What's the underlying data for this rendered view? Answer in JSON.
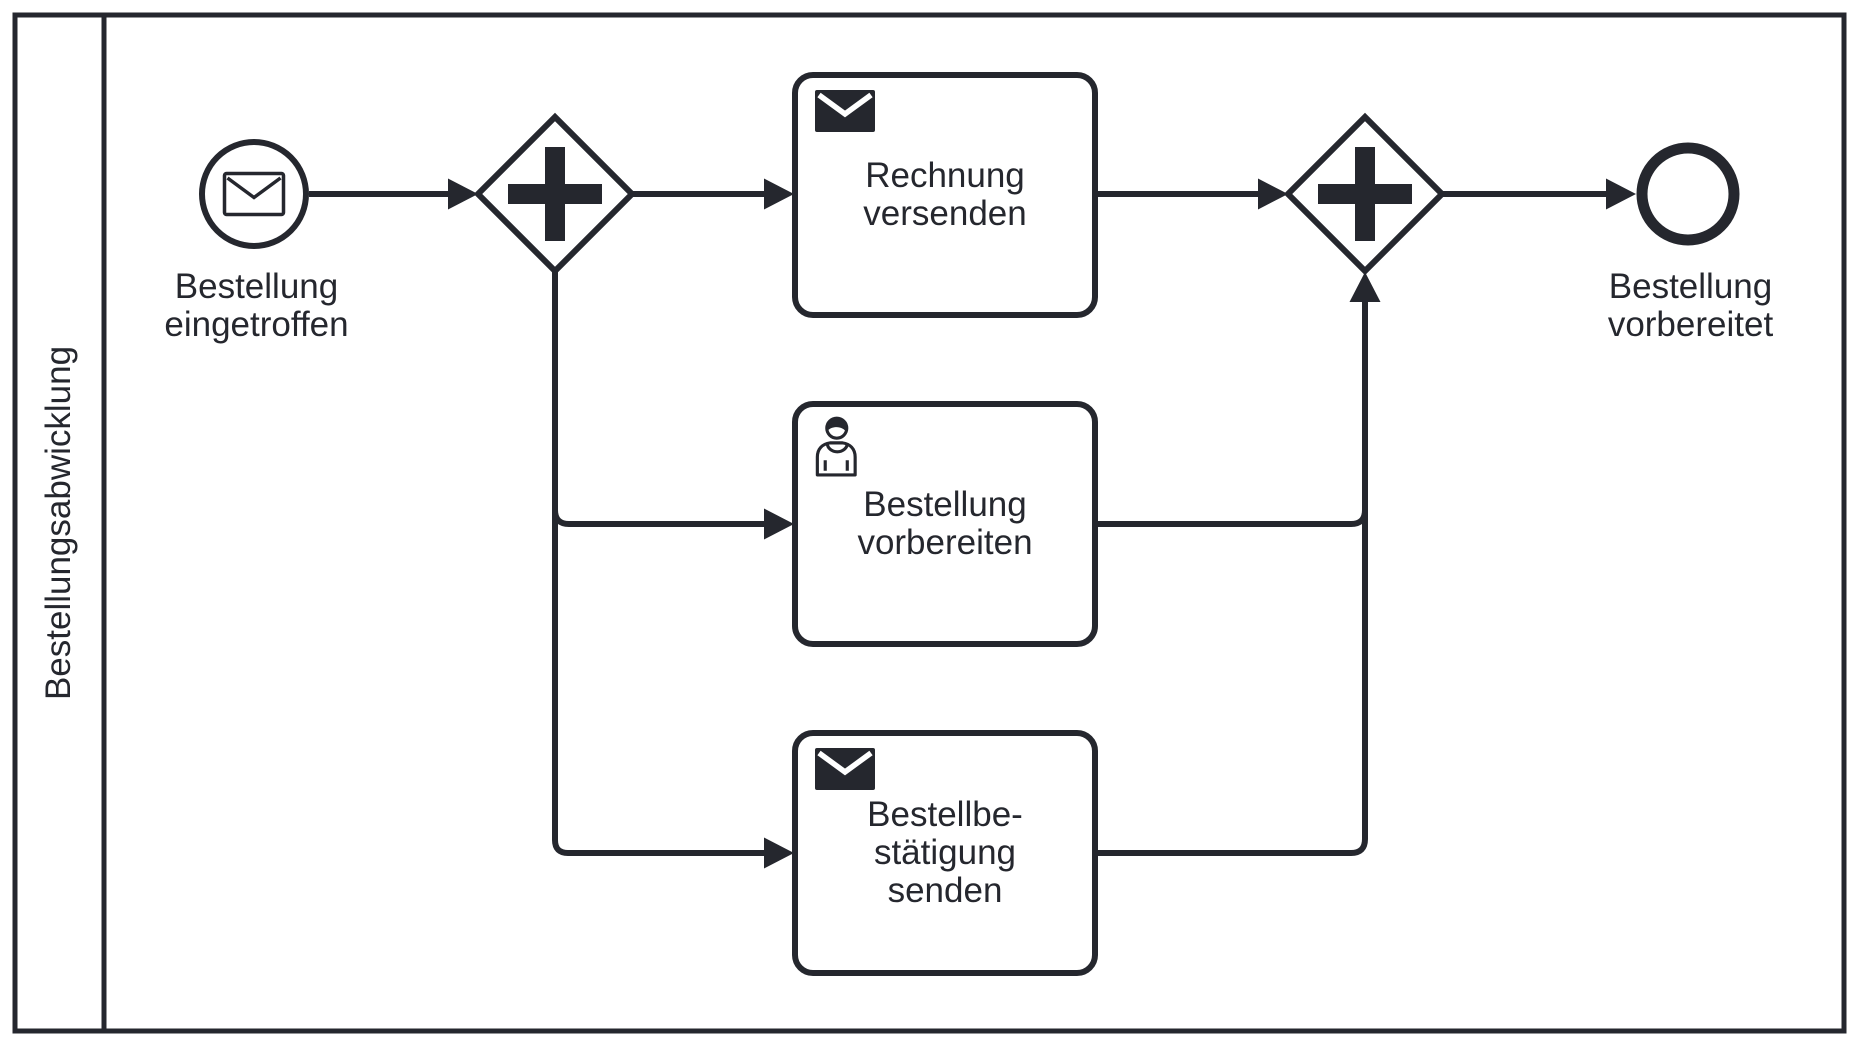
{
  "pool": {
    "label": "Bestellungsabwicklung"
  },
  "colors": {
    "stroke": "#25272e",
    "shape_fill": "#ffffff"
  },
  "start_event": {
    "label": "Bestellung\neingetroffen",
    "icon": "message-icon"
  },
  "gateways": {
    "split": {
      "icon": "parallel-plus-icon"
    },
    "join": {
      "icon": "parallel-plus-icon"
    }
  },
  "tasks": [
    {
      "label": "Rechnung\nversenden",
      "icon": "send-message-icon"
    },
    {
      "label": "Bestellung\nvorbereiten",
      "icon": "user-icon"
    },
    {
      "label": "Bestellbe-\nstätigung\nsenden",
      "icon": "send-message-icon"
    }
  ],
  "end_event": {
    "label": "Bestellung\nvorbereitet"
  }
}
